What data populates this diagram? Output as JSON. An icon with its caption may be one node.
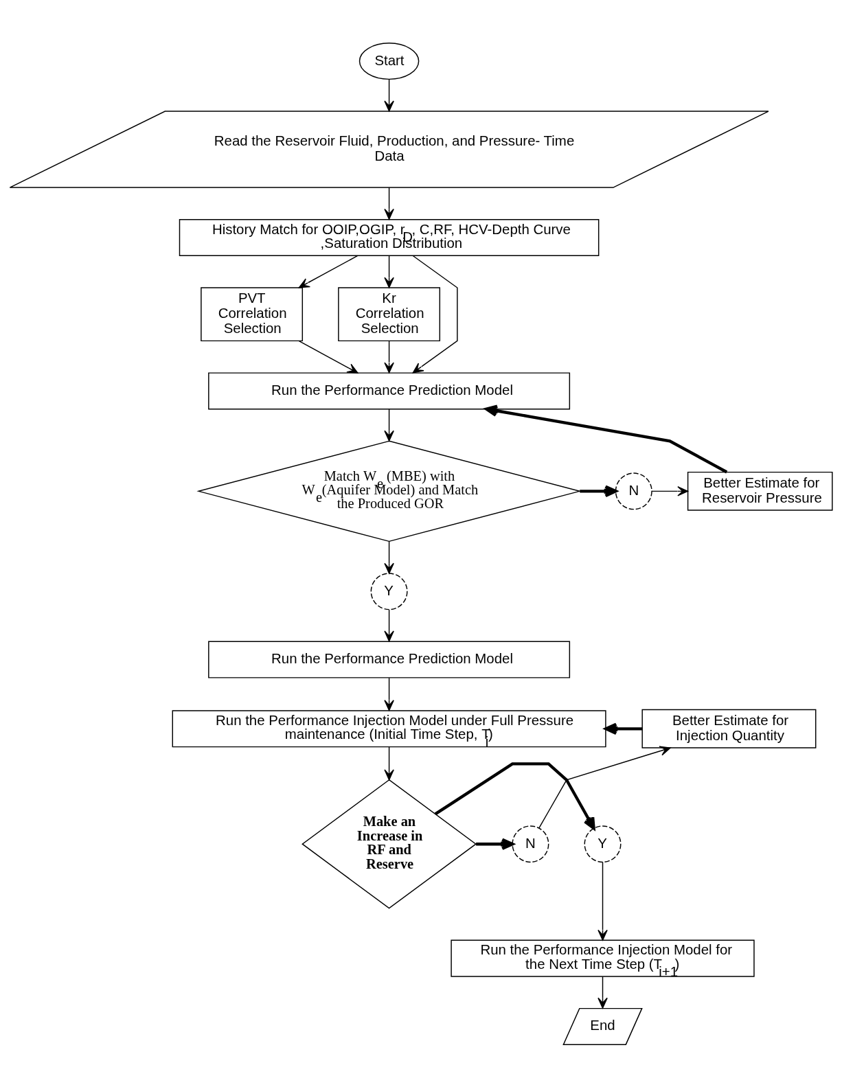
{
  "diagram": {
    "nodes": [
      {
        "text": [
          "Start"
        ]
      },
      {
        "text": [
          "Read the Reservoir Fluid, Production, and Pressure- Time Data"
        ]
      },
      {
        "text": [
          "History Match for OOIP,OGIP, r$_{D}$, C,RF, HCV-Depth Curve ,Saturation Distribution"
        ]
      },
      {
        "text": [
          "PVT Correlation Selection"
        ]
      },
      {
        "text": [
          "Kr Correlation Selection"
        ]
      },
      {
        "text": [
          "Run the Performance Prediction Model"
        ]
      },
      {
        "text": [
          "Match W$_{e}$ (MBE) with W$_{e}$(Aquifer Model) and Match the Produced GOR"
        ]
      },
      {
        "text": [
          "N"
        ]
      },
      {
        "text": [
          "Better Estimate for Reservoir Pressure"
        ]
      },
      {
        "text": [
          "Y"
        ]
      },
      {
        "text": [
          "Run the Performance Prediction Model"
        ]
      },
      {
        "text": [
          "Run the Performance Injection Model under Full Pressure maintenance (Initial Time Step, T$_{i}$)"
        ]
      },
      {
        "text": [
          "Better Estimate for Injection Quantity"
        ]
      },
      {
        "text": [
          "Make an Increase in RF and Reserve"
        ]
      },
      {
        "text": [
          "Y"
        ]
      },
      {
        "text": [
          "N"
        ]
      },
      {
        "text": [
          "Run the Performance Injection Model for the Next Time Step (T$_{i+1}$)"
        ]
      },
      {
        "text": [
          "End"
        ]
      }
    ],
    "edges": [
      {
        "from": 0,
        "to": 1,
        "arrow": "to"
      },
      {
        "from": 1,
        "to": 2,
        "arrow": "to"
      },
      {
        "from": 2,
        "to": 3,
        "arrow": "to"
      },
      {
        "from": 2,
        "to": 4,
        "arrow": "to"
      },
      {
        "from": 2,
        "to": 5,
        "arrow": "to"
      },
      {
        "from": 3,
        "to": 5,
        "arrow": "to"
      },
      {
        "from": 4,
        "to": 5,
        "arrow": "to"
      },
      {
        "from": 5,
        "to": 6,
        "arrow": "to"
      },
      {
        "from": 6,
        "to": 7,
        "arrow": "to",
        "style": "thick"
      },
      {
        "from": 7,
        "to": 8,
        "arrow": "to"
      },
      {
        "from": 8,
        "to": 5,
        "arrow": "to",
        "style": "thick"
      },
      {
        "from": 6,
        "to": 9,
        "arrow": "to"
      },
      {
        "from": 9,
        "to": 10,
        "arrow": "to"
      },
      {
        "from": 10,
        "to": 11,
        "arrow": "to"
      },
      {
        "from": 11,
        "to": 13,
        "arrow": "to"
      },
      {
        "from": 13,
        "to": 15,
        "arrow": "to",
        "style": "thick"
      },
      {
        "from": 15,
        "to": 12,
        "arrow": "to"
      },
      {
        "from": 12,
        "to": 11,
        "arrow": "to",
        "style": "thick"
      },
      {
        "from": 13,
        "to": 14,
        "arrow": "to",
        "style": "thick"
      },
      {
        "from": 14,
        "to": 16,
        "arrow": "to"
      },
      {
        "from": 16,
        "to": 17,
        "arrow": "to"
      }
    ]
  }
}
